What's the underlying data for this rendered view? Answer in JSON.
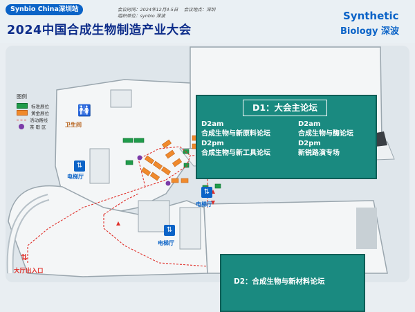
{
  "header": {
    "event_tag": "Synbio China深圳站",
    "date_line": "会议时间：2024年12月4-5日",
    "venue_line": "会议地点：深圳",
    "organizer_line": "组织单位：synbio 深波",
    "title": "2024中国合成生物制造产业大会"
  },
  "logo": {
    "line1": "Synthetic",
    "line2": "Biology 深波"
  },
  "legend": {
    "title": "图例",
    "items": [
      {
        "key": "std",
        "label": "标准展位"
      },
      {
        "key": "gold",
        "label": "黄金展位"
      },
      {
        "key": "route",
        "label": "活动路线"
      },
      {
        "key": "tea",
        "label": "茶 歇 区"
      }
    ]
  },
  "hall_d1": {
    "title": "D1：大会主论坛",
    "left_am_label": "D2am",
    "left_am_forum": "合成生物与新原料论坛",
    "left_pm_label": "D2pm",
    "left_pm_forum": "合成生物与新工具论坛",
    "right_am_label": "D2am",
    "right_am_forum": "合成生物与酶论坛",
    "right_pm_label": "D2pm",
    "right_pm_forum": "新锐路演专场"
  },
  "hall_d2": {
    "title": "D2：合成生物与新材料论坛"
  },
  "labels": {
    "restroom": "卫生间",
    "elevator_1": "电梯厅",
    "elevator_2": "电梯厅",
    "elevator_3": "电梯厅",
    "exit": "大厅出入口"
  },
  "colors": {
    "hall_fill": "#1a8a80",
    "standard_booth": "#1f9b4a",
    "gold_booth": "#f08a2c",
    "route": "#e0302a",
    "accent": "#0b63c7"
  }
}
